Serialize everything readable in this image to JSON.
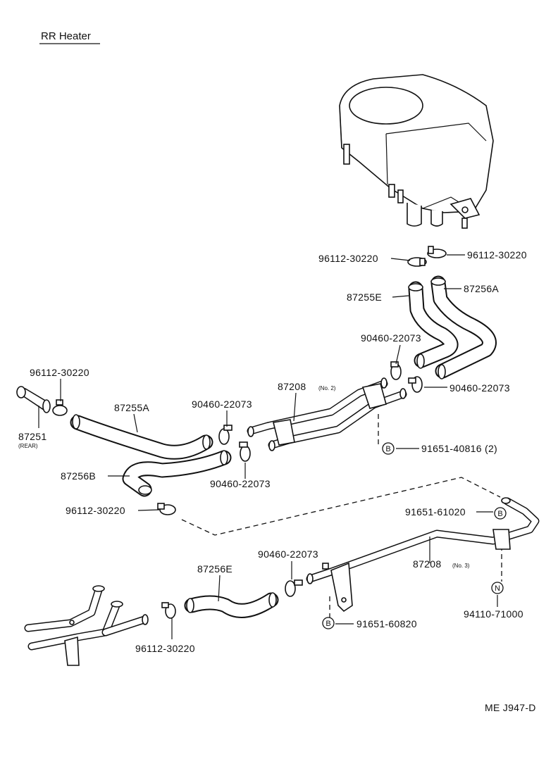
{
  "title": "RR Heater",
  "code": "ME J947-D",
  "labels": {
    "p96112_top_left": "96112-30220",
    "p96112_top_right": "96112-30220",
    "p87255E": "87255E",
    "p87256A": "87256A",
    "p90460_upper": "90460-22073",
    "p90460_right": "90460-22073",
    "p96112_left": "96112-30220",
    "p87208_no2": "87208",
    "p87208_no2_sub": "(No. 2)",
    "p87255A": "87255A",
    "p90460_mid": "90460-22073",
    "p91651_40816": "91651-40816 (2)",
    "p87251": "87251",
    "p87251_sub": "(REAR)",
    "p90460_low": "90460-22073",
    "p87256B": "87256B",
    "p96112_mid": "96112-30220",
    "p91651_61020": "91651-61020",
    "p90460_bottom": "90460-22073",
    "p87256E": "87256E",
    "p87208_no3": "87208",
    "p87208_no3_sub": "(No. 3)",
    "p94110": "94110-71000",
    "p91651_60820": "91651-60820",
    "p96112_bottom": "96112-30220"
  },
  "markers": {
    "b1": "B",
    "b2": "B",
    "b3": "B",
    "n1": "N"
  }
}
